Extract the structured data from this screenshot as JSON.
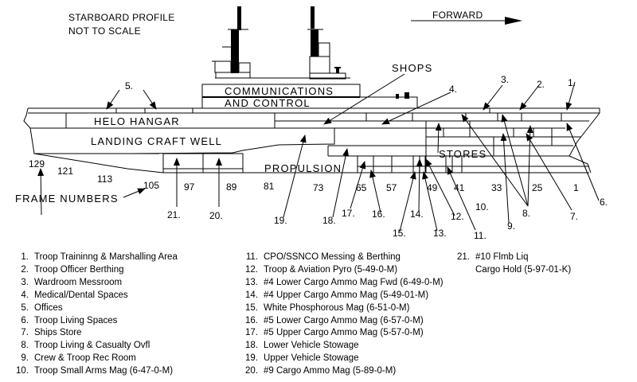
{
  "header": {
    "title_line1": "STARBOARD PROFILE",
    "title_line2": "NOT TO SCALE",
    "direction_label": "FORWARD",
    "direction_icon": "right-arrow-icon"
  },
  "compartments": {
    "communications_line1": "COMMUNICATIONS",
    "communications_line2": "AND CONTROL",
    "helo_hangar": "HELO HANGAR",
    "landing_craft_well": "LANDING CRAFT WELL",
    "propulsion": "PROPULSION",
    "stores": "STORES",
    "shops": "SHOPS"
  },
  "frame_numbers": {
    "label": "FRAME NUMBERS",
    "values": [
      "129",
      "121",
      "113",
      "105",
      "97",
      "89",
      "81",
      "73",
      "65",
      "57",
      "49",
      "41",
      "33",
      "25",
      "1"
    ]
  },
  "callouts": [
    "1.",
    "2.",
    "3.",
    "4.",
    "5.",
    "6.",
    "7.",
    "8.",
    "9.",
    "10.",
    "11.",
    "12.",
    "13.",
    "14.",
    "15.",
    "16.",
    "17.",
    "18.",
    "19.",
    "20.",
    "21."
  ],
  "legend": {
    "column1": [
      {
        "num": "1.",
        "text": "Troop Traininng & Marshalling Area"
      },
      {
        "num": "2.",
        "text": "Troop Officer Berthing"
      },
      {
        "num": "3.",
        "text": "Wardroom Messroom"
      },
      {
        "num": "4.",
        "text": "Medical/Dental Spaces"
      },
      {
        "num": "5.",
        "text": "Offices"
      },
      {
        "num": "6.",
        "text": "Troop Living Spaces"
      },
      {
        "num": "7.",
        "text": "Ships Store"
      },
      {
        "num": "8.",
        "text": "Troop Living & Casualty Ovfl"
      },
      {
        "num": "9.",
        "text": "Crew & Troop Rec Room"
      },
      {
        "num": "10.",
        "text": "Troop Small Arms Mag (6-47-0-M)"
      }
    ],
    "column2": [
      {
        "num": "11.",
        "text": "CPO/SSNCO Messing & Berthing"
      },
      {
        "num": "12.",
        "text": "Troop & Aviation Pyro (5-49-0-M)"
      },
      {
        "num": "13.",
        "text": "#4 Lower Cargo Ammo Mag Fwd (6-49-0-M)"
      },
      {
        "num": "14.",
        "text": "#4 Upper Cargo Ammo Mag (5-49-01-M)"
      },
      {
        "num": "15.",
        "text": "White Phosphorous Mag (6-51-0-M)"
      },
      {
        "num": "16.",
        "text": "#5 Lower Cargo Ammo Mag (6-57-0-M)"
      },
      {
        "num": "17.",
        "text": "#5 Upper Cargo Ammo Mag (5-57-0-M)"
      },
      {
        "num": "18.",
        "text": "Lower Vehicle Stowage"
      },
      {
        "num": "19.",
        "text": "Upper Vehicle Stowage"
      },
      {
        "num": "20.",
        "text": "#9 Cargo Ammo Mag (5-89-0-M)"
      }
    ],
    "column3": [
      {
        "num": "21.",
        "text": "#10 Flmb Liq",
        "text2": "Cargo Hold (5-97-01-K)"
      }
    ]
  }
}
